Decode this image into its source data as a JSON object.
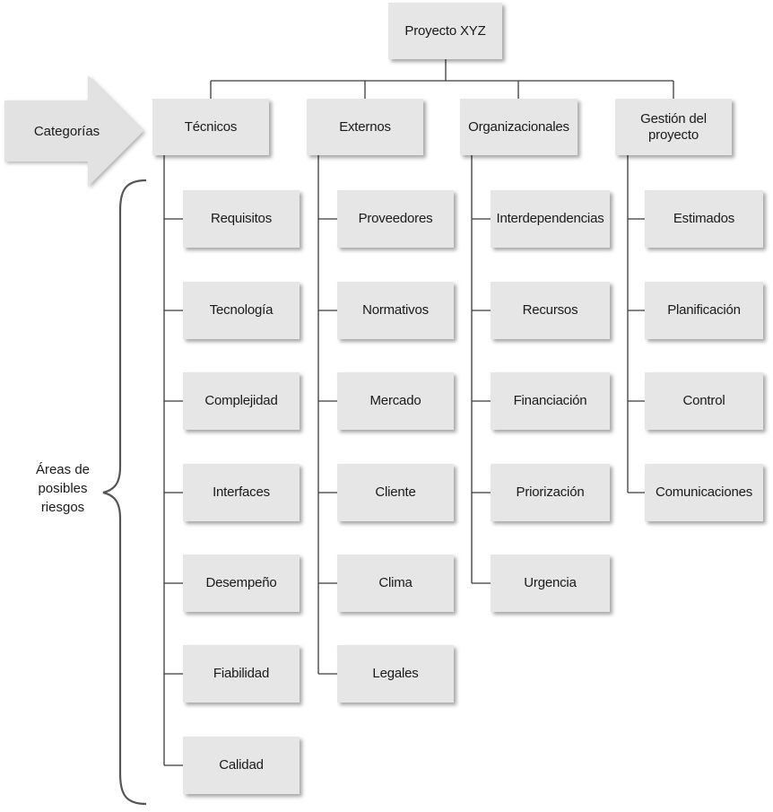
{
  "root": "Proyecto XYZ",
  "arrow_label": "Categorías",
  "areas_label_lines": [
    "Áreas de",
    "posibles",
    "riesgos"
  ],
  "categories": [
    {
      "name_lines": [
        "Técnicos"
      ],
      "items": [
        "Requisitos",
        "Tecnología",
        "Complejidad",
        "Interfaces",
        "Desempeño",
        "Fiabilidad",
        "Calidad"
      ]
    },
    {
      "name_lines": [
        "Externos"
      ],
      "items": [
        "Proveedores",
        "Normativos",
        "Mercado",
        "Cliente",
        "Clima",
        "Legales"
      ]
    },
    {
      "name_lines": [
        "Organizacionales"
      ],
      "items": [
        "Interdependencias",
        "Recursos",
        "Financiación",
        "Priorización",
        "Urgencia"
      ]
    },
    {
      "name_lines": [
        "Gestión del",
        "proyecto"
      ],
      "items": [
        "Estimados",
        "Planificación",
        "Control",
        "Comunicaciones"
      ]
    }
  ],
  "colors": {
    "box_fill": "#e6e6e6",
    "arrow_fill": "#e2e2e2",
    "line": "#3a3a3a",
    "brace": "#555555"
  }
}
